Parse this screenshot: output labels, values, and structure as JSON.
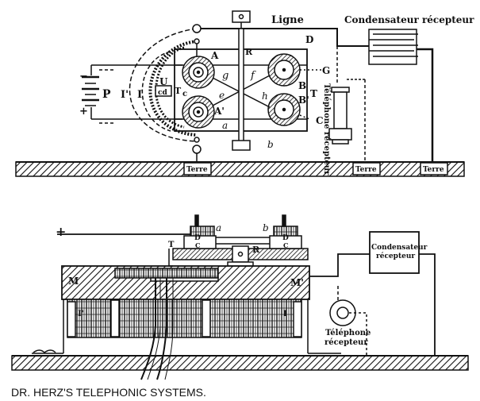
{
  "caption": "DR. HERZ'S TELEPHONIC SYSTEMS.",
  "top_figure": {
    "ligne": "Ligne",
    "condensateur": "Condensateur récepteur",
    "telephone": "Téléphone récepteur",
    "terre": [
      "Terre",
      "Terre",
      "Terre"
    ],
    "letters": {
      "P": "P",
      "I_prime": "I'",
      "I": "I",
      "U": "U",
      "cd": "cd",
      "Tc": "T",
      "c": "c",
      "A": "A",
      "A_prime": "A'",
      "B": "B",
      "B_prime": "B'",
      "D": "D",
      "R": "R",
      "G": "G",
      "T": "T",
      "C": "C",
      "g": "g",
      "f": "f",
      "e": "e",
      "h": "h",
      "a": "a",
      "b": "b",
      "plus": "+",
      "minus": "−"
    }
  },
  "bottom_figure": {
    "plus": "+",
    "condensateur_line1": "Condensateur",
    "condensateur_line2": "récepteur",
    "telephone_line1": "Téléphone",
    "telephone_line2": "récepteur",
    "letters": {
      "T": "T",
      "a": "a",
      "b": "b",
      "R": "R",
      "M_left": "M",
      "M_right": "M'",
      "D": "D",
      "D_right": "D",
      "C": "C",
      "C_right": "C",
      "I_left": "I'",
      "I_right": "I"
    }
  }
}
